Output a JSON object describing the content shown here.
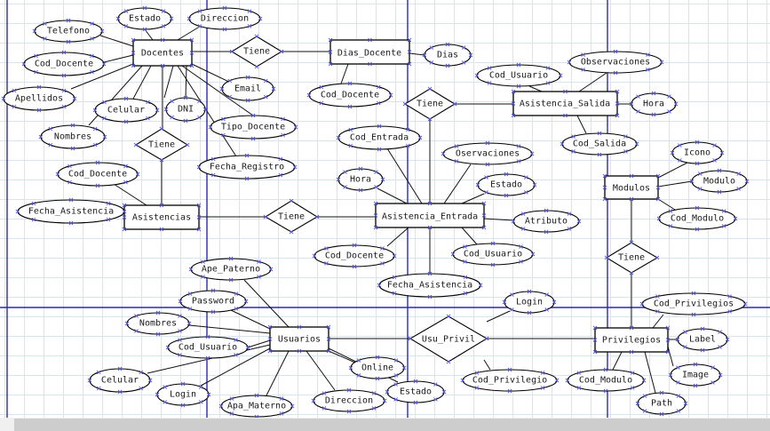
{
  "diagram": {
    "entities": [
      {
        "id": "docentes",
        "label": "Docentes"
      },
      {
        "id": "dias_docente",
        "label": "Dias_Docente"
      },
      {
        "id": "asistencia_salida",
        "label": "Asistencia_Salida"
      },
      {
        "id": "asistencias",
        "label": "Asistencias"
      },
      {
        "id": "asistencia_entrada",
        "label": "Asistencia_Entrada"
      },
      {
        "id": "modulos",
        "label": "Modulos"
      },
      {
        "id": "usuarios",
        "label": "Usuarios"
      },
      {
        "id": "privilegios",
        "label": "Privilegios"
      }
    ],
    "relationships": [
      {
        "id": "r_docentes_dias",
        "label": "Tiene"
      },
      {
        "id": "r_docentes_asistencias",
        "label": "Tiene"
      },
      {
        "id": "r_asistencias_entrada",
        "label": "Tiene"
      },
      {
        "id": "r_entrada_salida",
        "label": "Tiene"
      },
      {
        "id": "r_modulos_privilegios",
        "label": "Tiene"
      },
      {
        "id": "r_usu_privil",
        "label": "Usu_Privil"
      }
    ],
    "attributes": [
      {
        "id": "a_doc_estado",
        "label": "Estado"
      },
      {
        "id": "a_doc_direccion",
        "label": "Direccion"
      },
      {
        "id": "a_doc_telefono",
        "label": "Telefono"
      },
      {
        "id": "a_doc_cod_docente",
        "label": "Cod_Docente"
      },
      {
        "id": "a_doc_apellidos",
        "label": "Apellidos"
      },
      {
        "id": "a_doc_celular",
        "label": "Celular"
      },
      {
        "id": "a_doc_nombres",
        "label": "Nombres"
      },
      {
        "id": "a_doc_dni",
        "label": "DNI"
      },
      {
        "id": "a_doc_email",
        "label": "Email"
      },
      {
        "id": "a_doc_tipo_docente",
        "label": "Tipo_Docente"
      },
      {
        "id": "a_doc_fecha_registro",
        "label": "Fecha_Registro"
      },
      {
        "id": "a_dias_dias",
        "label": "Dias"
      },
      {
        "id": "a_dias_cod_docente",
        "label": "Cod_Docente"
      },
      {
        "id": "a_sal_cod_usuario",
        "label": "Cod_Usuario"
      },
      {
        "id": "a_sal_observaciones",
        "label": "Observaciones"
      },
      {
        "id": "a_sal_hora",
        "label": "Hora"
      },
      {
        "id": "a_sal_cod_salida",
        "label": "Cod_Salida"
      },
      {
        "id": "a_asis_cod_docente",
        "label": "Cod_Docente"
      },
      {
        "id": "a_asis_fecha_asistencia",
        "label": "Fecha_Asistencia"
      },
      {
        "id": "a_ent_cod_entrada",
        "label": "Cod_Entrada"
      },
      {
        "id": "a_ent_oservaciones",
        "label": "Oservaciones"
      },
      {
        "id": "a_ent_hora",
        "label": "Hora"
      },
      {
        "id": "a_ent_estado",
        "label": "Estado"
      },
      {
        "id": "a_ent_atributo",
        "label": "Atributo"
      },
      {
        "id": "a_ent_cod_docente",
        "label": "Cod_Docente"
      },
      {
        "id": "a_ent_cod_usuario",
        "label": "Cod_Usuario"
      },
      {
        "id": "a_ent_fecha_asistencia",
        "label": "Fecha_Asistencia"
      },
      {
        "id": "a_mod_icono",
        "label": "Icono"
      },
      {
        "id": "a_mod_modulo",
        "label": "Modulo"
      },
      {
        "id": "a_mod_cod_modulo",
        "label": "Cod_Modulo"
      },
      {
        "id": "a_usu_ape_paterno",
        "label": "Ape_Paterno"
      },
      {
        "id": "a_usu_password",
        "label": "Password"
      },
      {
        "id": "a_usu_nombres",
        "label": "Nombres"
      },
      {
        "id": "a_usu_cod_usuario",
        "label": "Cod_Usuario"
      },
      {
        "id": "a_usu_celular",
        "label": "Celular"
      },
      {
        "id": "a_usu_login",
        "label": "Login"
      },
      {
        "id": "a_usu_apa_materno",
        "label": "Apa_Materno"
      },
      {
        "id": "a_usu_direccion",
        "label": "Direccion"
      },
      {
        "id": "a_usu_online",
        "label": "Online"
      },
      {
        "id": "a_usu_estado",
        "label": "Estado"
      },
      {
        "id": "a_up_login",
        "label": "Login"
      },
      {
        "id": "a_up_cod_privilegio",
        "label": "Cod_Privilegio"
      },
      {
        "id": "a_priv_cod_privilegios",
        "label": "Cod_Privilegios"
      },
      {
        "id": "a_priv_label",
        "label": "Label"
      },
      {
        "id": "a_priv_image",
        "label": "Image"
      },
      {
        "id": "a_priv_path",
        "label": "Path"
      },
      {
        "id": "a_priv_cod_modulo",
        "label": "Cod_Modulo"
      }
    ]
  },
  "colors": {
    "page_break": "#2b2bb0",
    "grid": "#d6e6ee",
    "marker": "#5a5ae0",
    "scrollbar_thumb": "#cdcdcd"
  }
}
